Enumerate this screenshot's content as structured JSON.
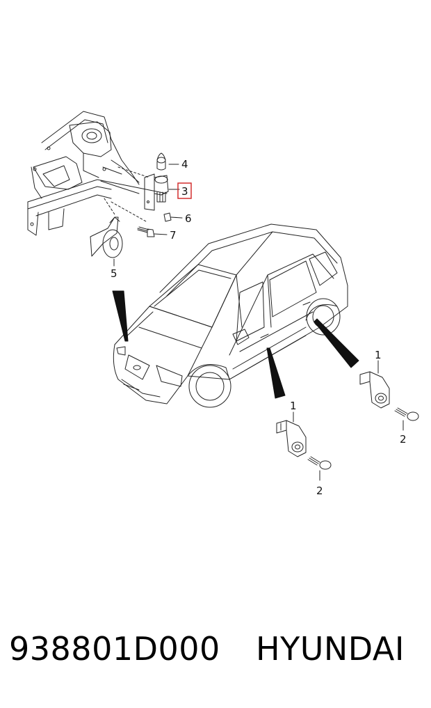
{
  "callouts": {
    "c1a": "1",
    "c1b": "1",
    "c2a": "2",
    "c2b": "2",
    "c3": "3",
    "c4": "4",
    "c5": "5",
    "c6": "6",
    "c7": "7"
  },
  "highlight_color": "#d32f2f",
  "footer": {
    "part_number": "938801D000",
    "brand": "HYUNDAI"
  }
}
